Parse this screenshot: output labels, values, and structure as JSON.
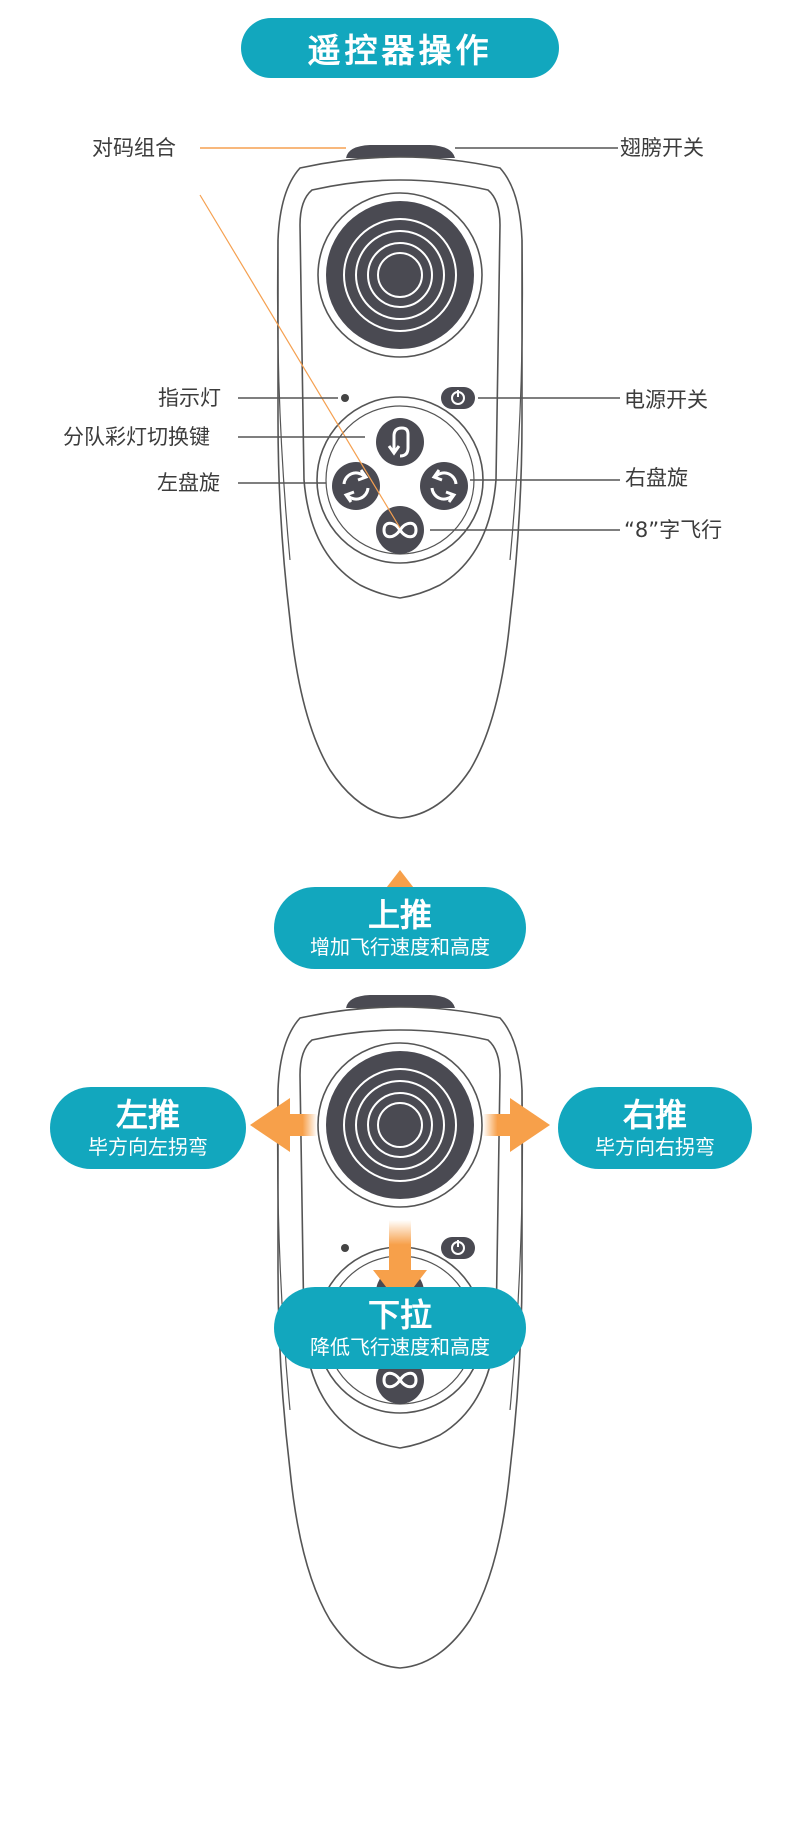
{
  "title": "遥控器操作",
  "labels": {
    "pairing": "对码组合",
    "wings": "翅膀开关",
    "indicator": "指示灯",
    "power": "电源开关",
    "team_light": "分队彩灯切换键",
    "left_spin": "左盘旋",
    "right_spin": "右盘旋",
    "figure8": "“8”字飞行"
  },
  "moves": {
    "up": {
      "title": "上推",
      "desc": "增加飞行速度和高度"
    },
    "left": {
      "title": "左推",
      "desc": "毕方向左拐弯"
    },
    "right": {
      "title": "右推",
      "desc": "毕方向右拐弯"
    },
    "down": {
      "title": "下拉",
      "desc": "降低飞行速度和高度"
    }
  },
  "colors": {
    "accent": "#12a7be",
    "arrow": "#f7a04a",
    "line": "#555555",
    "leader": "#f5a050"
  }
}
